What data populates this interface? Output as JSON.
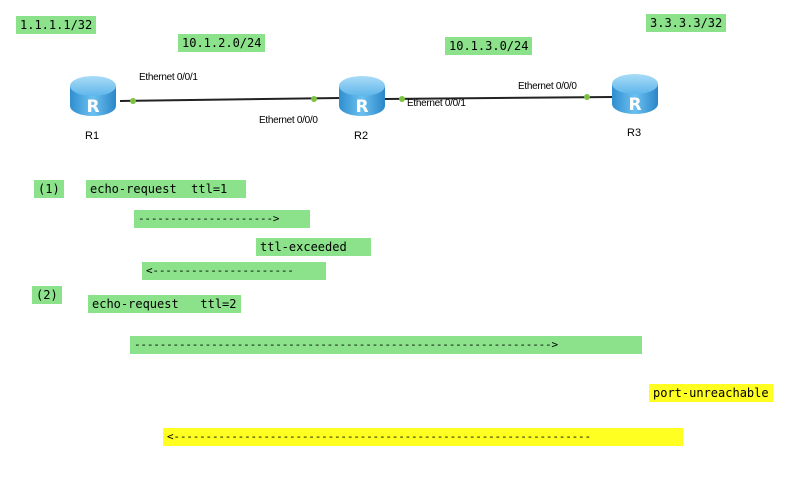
{
  "networks": {
    "r1_loopback": "1.1.1.1/32",
    "net_r1_r2": "10.1.2.0/24",
    "net_r2_r3": "10.1.3.0/24",
    "r3_loopback": "3.3.3.3/32"
  },
  "routers": {
    "r1": "R1",
    "r2": "R2",
    "r3": "R3",
    "glyph": "R"
  },
  "interfaces": {
    "r1_e001": "Ethernet 0/0/1",
    "r2_e000": "Ethernet 0/0/0",
    "r2_e001": "Ethernet 0/0/1",
    "r3_e000": "Ethernet 0/0/0"
  },
  "steps": {
    "step1": {
      "number": "(1)",
      "request": "echo-request  ttl=1",
      "forward_arrow": "--------------------->",
      "reply": "ttl-exceeded",
      "back_arrow": "<----------------------"
    },
    "step2": {
      "number": "(2)",
      "request": "echo-request   ttl=2",
      "forward_arrow": "----------------------------------------------------------------->",
      "reply": "port-unreachable",
      "back_arrow": "<-----------------------------------------------------------------"
    }
  },
  "colors": {
    "label_green": "#8be28b",
    "label_yellow": "#ffff22",
    "link_line": "#222222",
    "port_dot": "#7dc242",
    "router_blue": "#3fa2e0"
  },
  "icons": {
    "router": "router-icon"
  }
}
